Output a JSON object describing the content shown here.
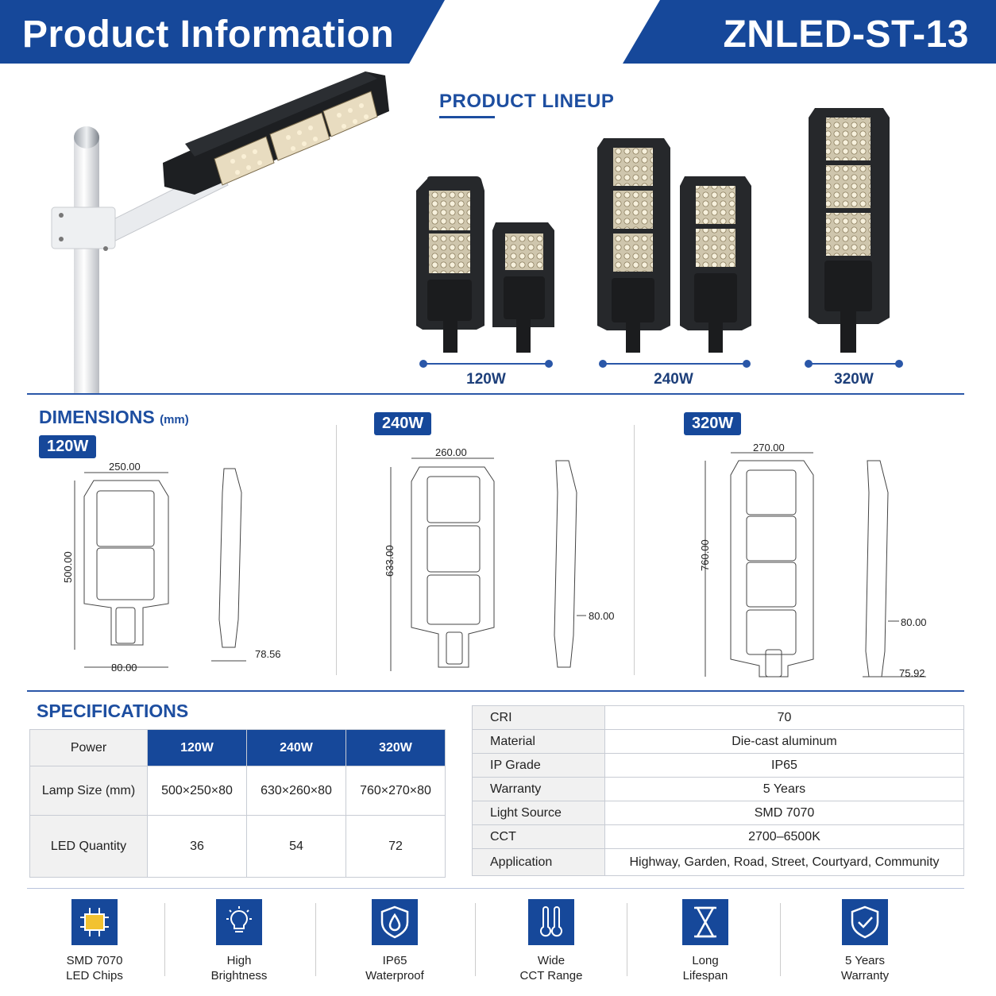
{
  "header": {
    "title": "Product Information",
    "model": "ZNLED-ST-13"
  },
  "lineup": {
    "title": "PRODUCT LINEUP",
    "labels": [
      "120W",
      "240W",
      "320W"
    ]
  },
  "dimensions": {
    "title": "DIMENSIONS",
    "unit": "(mm)",
    "models": [
      {
        "tag": "120W",
        "width": "250.00",
        "height": "500.00",
        "mount": "80.00",
        "depth": "78.56"
      },
      {
        "tag": "240W",
        "width": "260.00",
        "height": "633.00",
        "depth": "80.00"
      },
      {
        "tag": "320W",
        "width": "270.00",
        "height": "760.00",
        "depth": "80.00",
        "side": "75.92"
      }
    ]
  },
  "specifications": {
    "title": "SPECIFICATIONS",
    "table": {
      "header": [
        "Power",
        "120W",
        "240W",
        "320W"
      ],
      "rows": [
        [
          "Lamp Size (mm)",
          "500×250×80",
          "630×260×80",
          "760×270×80"
        ],
        [
          "LED Quantity",
          "36",
          "54",
          "72"
        ]
      ]
    },
    "details": [
      [
        "CRI",
        "70"
      ],
      [
        "Material",
        "Die-cast aluminum"
      ],
      [
        "IP Grade",
        "IP65"
      ],
      [
        "Warranty",
        "5 Years"
      ],
      [
        "Light Source",
        "SMD 7070"
      ],
      [
        "CCT",
        "2700–6500K"
      ],
      [
        "Application",
        "Highway, Garden, Road, Street, Courtyard, Community"
      ]
    ]
  },
  "features": [
    {
      "line1": "SMD 7070",
      "line2": "LED Chips",
      "icon": "chip-icon"
    },
    {
      "line1": "High",
      "line2": "Brightness",
      "icon": "bulb-icon"
    },
    {
      "line1": "IP65",
      "line2": "Waterproof",
      "icon": "shield-drop-icon"
    },
    {
      "line1": "Wide",
      "line2": "CCT Range",
      "icon": "thermometer-icon"
    },
    {
      "line1": "Long",
      "line2": "Lifespan",
      "icon": "hourglass-icon"
    },
    {
      "line1": "5 Years",
      "line2": "Warranty",
      "icon": "shield-check-icon"
    }
  ],
  "colors": {
    "brand": "#16489a",
    "accent": "#1d4ea0"
  }
}
